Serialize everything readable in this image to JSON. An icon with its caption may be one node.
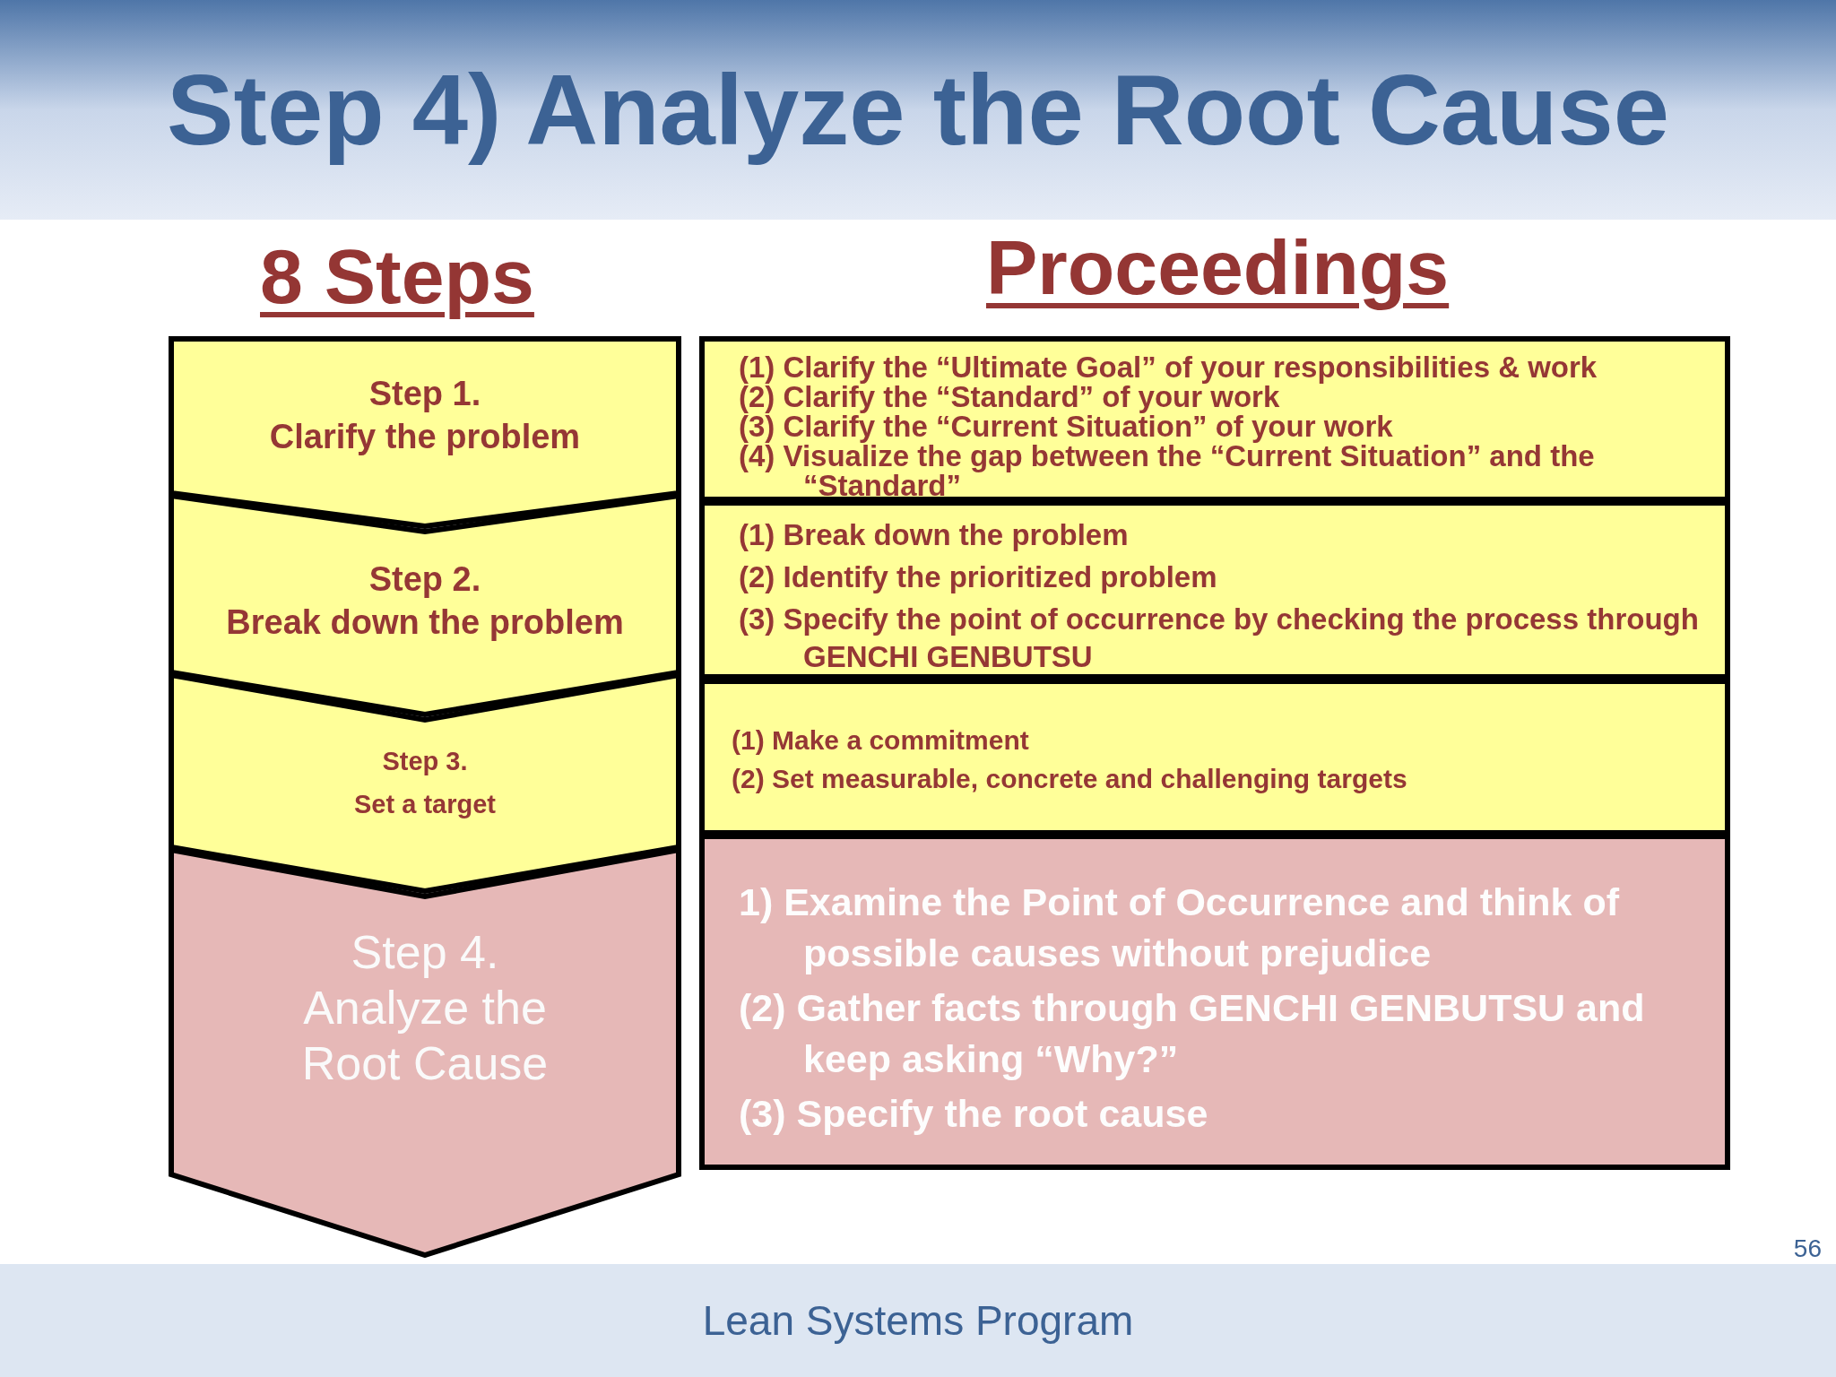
{
  "diagram": {
    "title": "Step 4) Analyze the Root Cause",
    "nodes": [
      {
        "text": [
          "8 Steps"
        ]
      },
      {
        "text": [
          "Proceedings"
        ]
      },
      {
        "text": [
          "Step 1.",
          "Clarify the problem"
        ]
      },
      {
        "text": [
          "Step 2.",
          "Break down the problem"
        ]
      },
      {
        "text": [
          "Step 3.",
          "Set a target"
        ]
      },
      {
        "text": [
          "Step 4.",
          "Analyze the Root Cause"
        ]
      },
      {
        "text": [
          "(1) Clarify the “Ultimate Goal” of your responsibilities & work",
          "(2) Clarify the “Standard” of your work",
          "(3) Clarify the “Current Situation” of your work",
          "(4) Visualize the gap between the “Current Situation” and the “Standard”"
        ]
      },
      {
        "text": [
          "(1) Break down the problem",
          "(2) Identify the prioritized problem",
          "(3) Specify the point of occurrence by checking the process through GENCHI GENBUTSU"
        ]
      },
      {
        "text": [
          "(1) Make a commitment",
          "(2) Set measurable, concrete and challenging targets"
        ]
      },
      {
        "text": [
          "1) Examine the Point of Occurrence and think of possible causes without prejudice",
          "(2) Gather facts through GENCHI GENBUTSU and keep asking “Why?”",
          "(3) Specify the root cause"
        ]
      }
    ],
    "labels": [
      "56",
      "Lean Systems Program"
    ]
  }
}
